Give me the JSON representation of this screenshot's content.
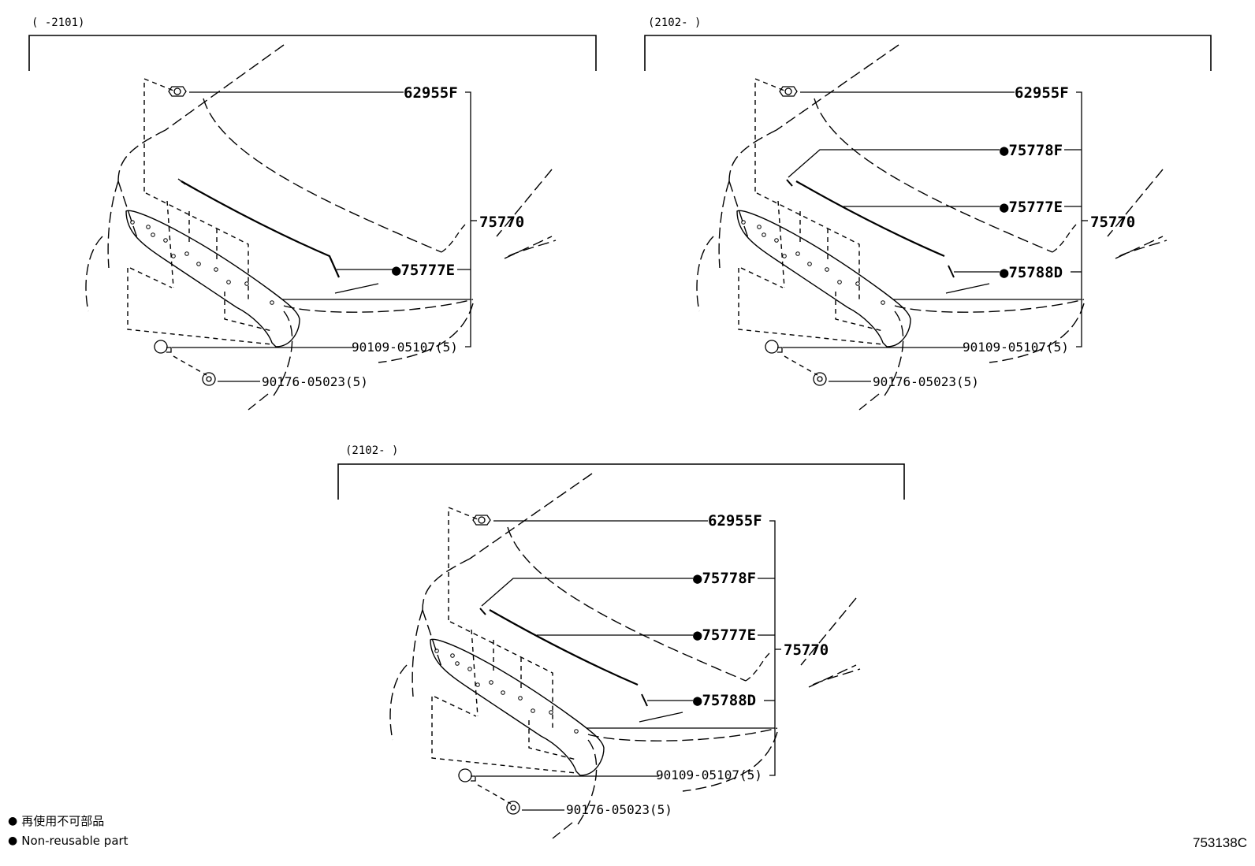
{
  "panels": [
    {
      "date_range": "(     -2101)",
      "labels": {
        "clip": "62955F",
        "assembly": "75770",
        "emblem_a": "●75777E",
        "screw": "90109-05107(5)",
        "nut": "90176-05023(5)"
      }
    },
    {
      "date_range": "(2102-     )",
      "labels": {
        "clip": "62955F",
        "moulding_f": "●75778F",
        "moulding_e": "●75777E",
        "assembly": "75770",
        "moulding_d": "●75788D",
        "screw": "90109-05107(5)",
        "nut": "90176-05023(5)"
      }
    },
    {
      "date_range": "(2102-     )",
      "labels": {
        "clip": "62955F",
        "moulding_f": "●75778F",
        "moulding_e": "●75777E",
        "assembly": "75770",
        "moulding_d": "●75788D",
        "screw": "90109-05107(5)",
        "nut": "90176-05023(5)"
      }
    }
  ],
  "legend": {
    "bullet_icon": "filled-circle",
    "japanese": "再使用不可部品",
    "english": "Non-reusable part"
  },
  "drawing_number": "753138C"
}
